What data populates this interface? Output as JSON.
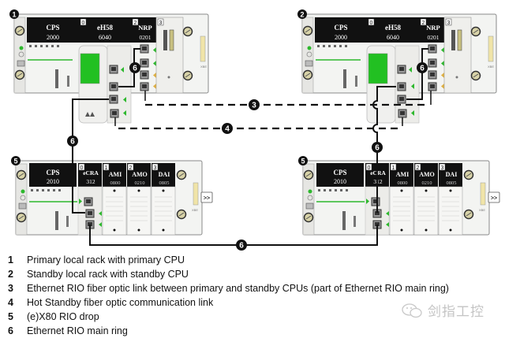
{
  "diagram": {
    "title": "Hot Standby Ethernet RIO topology",
    "racks": [
      {
        "id": "rack-1",
        "badge": "1",
        "modules": [
          {
            "slot": "",
            "name": "CPS",
            "code": "2000"
          },
          {
            "slot": "0",
            "name": "eH58",
            "code": "6040"
          },
          {
            "slot": "2",
            "name": "NRP",
            "code": "0201"
          },
          {
            "slot": "3",
            "name": "",
            "code": ""
          }
        ],
        "cable_badge": "6",
        "side_label": "XBE"
      },
      {
        "id": "rack-2",
        "badge": "2",
        "modules": [
          {
            "slot": "",
            "name": "CPS",
            "code": "2000"
          },
          {
            "slot": "0",
            "name": "eH58",
            "code": "6040"
          },
          {
            "slot": "2",
            "name": "NRP",
            "code": "0201"
          },
          {
            "slot": "3",
            "name": "",
            "code": ""
          }
        ],
        "cable_badge": "6",
        "side_label": "XBE"
      },
      {
        "id": "drop-left",
        "badge": "5",
        "modules": [
          {
            "slot": "",
            "name": "CPS",
            "code": "2010"
          },
          {
            "slot": "0",
            "name": "eCRA",
            "code": "312"
          },
          {
            "slot": "1",
            "name": "AMI",
            "code": "0800"
          },
          {
            "slot": "2",
            "name": "AMO",
            "code": "0210"
          },
          {
            "slot": "3",
            "name": "DAI",
            "code": "0805"
          }
        ],
        "expand_label": ">>",
        "side_label": "XBE"
      },
      {
        "id": "drop-right",
        "badge": "5",
        "modules": [
          {
            "slot": "",
            "name": "CPS",
            "code": "2010"
          },
          {
            "slot": "0",
            "name": "eCRA",
            "code": "312"
          },
          {
            "slot": "1",
            "name": "AMI",
            "code": "0800"
          },
          {
            "slot": "2",
            "name": "AMO",
            "code": "0210"
          },
          {
            "slot": "3",
            "name": "DAI",
            "code": "0805"
          }
        ],
        "expand_label": ">>",
        "side_label": "XBE"
      }
    ],
    "links": [
      {
        "badge": "3",
        "style": "dashed"
      },
      {
        "badge": "4",
        "style": "dashed"
      },
      {
        "badge": "6",
        "style": "solid",
        "where": "left-vertical"
      },
      {
        "badge": "6",
        "style": "solid",
        "where": "right-vertical"
      },
      {
        "badge": "6",
        "style": "solid",
        "where": "bottom"
      }
    ],
    "colors": {
      "module_header": "#111111",
      "rack_body": "#f2f3f1",
      "rack_border": "#8a8a8a",
      "led_green": "#2db82d",
      "screen_green": "#22c022",
      "connector_yellow": "#f0e4a8",
      "cable": "#111111"
    }
  },
  "legend": [
    {
      "num": "1",
      "text": "Primary local rack with primary CPU"
    },
    {
      "num": "2",
      "text": "Standby local rack with standby CPU"
    },
    {
      "num": "3",
      "text": "Ethernet RIO fiber optic link between primary and standby CPUs (part of Ethernet RIO main ring)"
    },
    {
      "num": "4",
      "text": "Hot Standby fiber optic communication link"
    },
    {
      "num": "5",
      "text": "(e)X80 RIO drop"
    },
    {
      "num": "6",
      "text": "Ethernet RIO main ring"
    }
  ],
  "watermark": {
    "text": "剑指工控",
    "icon": "wechat-icon"
  }
}
